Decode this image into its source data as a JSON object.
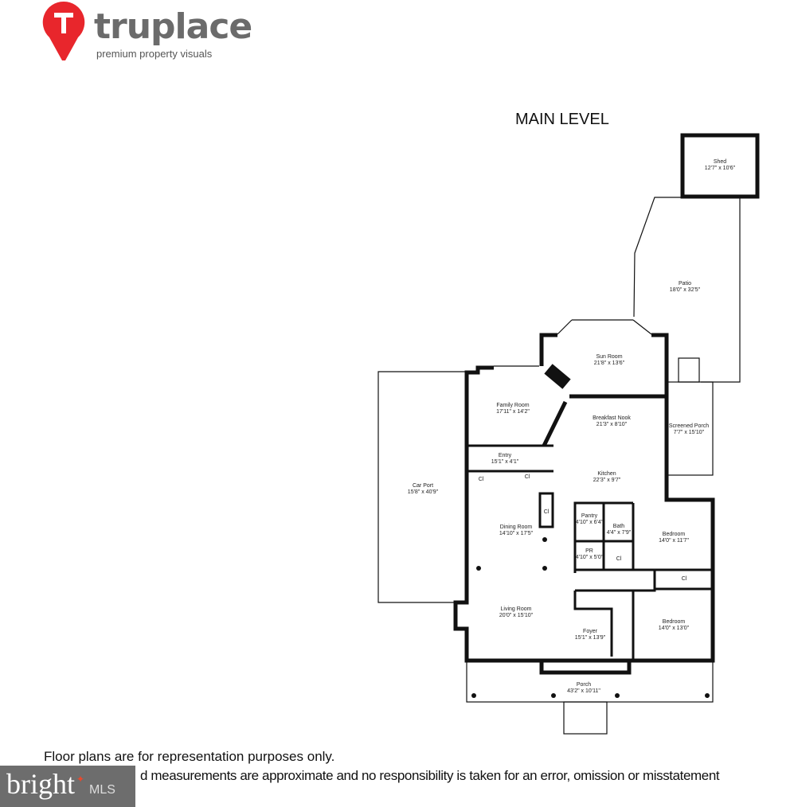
{
  "logo": {
    "brand": "truplace",
    "tagline": "premium property visuals",
    "accent": "#e8262c"
  },
  "plan_title": "MAIN LEVEL",
  "rooms": {
    "shed": {
      "name": "Shed",
      "dim": "12'7\" x 10'6\""
    },
    "patio": {
      "name": "Patio",
      "dim": "18'0\" x 32'5\""
    },
    "sun_room": {
      "name": "Sun Room",
      "dim": "21'8\" x 13'6\""
    },
    "family_room": {
      "name": "Family Room",
      "dim": "17'11\" x 14'2\""
    },
    "breakfast_nook": {
      "name": "Breakfast Nook",
      "dim": "21'3\" x 8'10\""
    },
    "screened_porch": {
      "name": "Screened Porch",
      "dim": "7'7\" x 15'10\""
    },
    "entry": {
      "name": "Entry",
      "dim": "15'1\" x 4'1\""
    },
    "kitchen": {
      "name": "Kitchen",
      "dim": "22'3\" x 9'7\""
    },
    "car_port": {
      "name": "Car Port",
      "dim": "15'8\" x 40'9\""
    },
    "dining_room": {
      "name": "Dining Room",
      "dim": "14'10\" x 17'5\""
    },
    "pantry": {
      "name": "Pantry",
      "dim": "4'10\" x 6'4\""
    },
    "bath": {
      "name": "Bath",
      "dim": "4'4\" x 7'9\""
    },
    "bedroom1": {
      "name": "Bedroom",
      "dim": "14'0\" x 11'7\""
    },
    "pr": {
      "name": "PR",
      "dim": "4'10\" x 5'0\""
    },
    "living_room": {
      "name": "Living Room",
      "dim": "20'0\" x 15'10\""
    },
    "foyer": {
      "name": "Foyer",
      "dim": "15'1\" x 13'9\""
    },
    "bedroom2": {
      "name": "Bedroom",
      "dim": "14'0\" x 13'0\""
    },
    "porch": {
      "name": "Porch",
      "dim": "43'2\" x 10'11\""
    }
  },
  "closets": [
    "Cl",
    "Cl",
    "Cl",
    "Cl",
    "Cl"
  ],
  "disclaimer": {
    "line1": "Floor plans are for representation purposes only.",
    "line2": "d measurements are approximate and no responsibility is taken for an error, omission or misstatement"
  },
  "watermark": {
    "brand": "bright",
    "suffix": "MLS"
  }
}
